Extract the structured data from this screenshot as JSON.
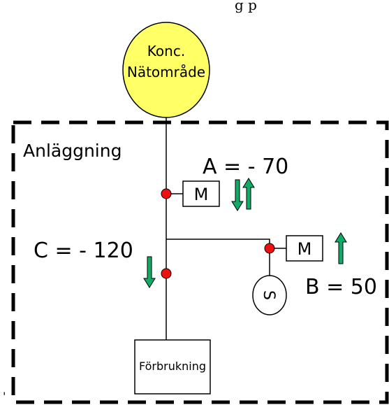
{
  "header_fragment": "g p",
  "grid_node": {
    "line1": "Konc.",
    "line2": "Nätområde",
    "fill": "#ffff66"
  },
  "facility": {
    "label": "Anläggning"
  },
  "measurements": {
    "a": {
      "label": "A = - 70",
      "meter": "M"
    },
    "b": {
      "label": "B = 50",
      "meter": "M"
    },
    "c": {
      "label": "C = - 120"
    }
  },
  "generator": {
    "symbol": "S"
  },
  "consumer": {
    "label": "Förbrukning"
  },
  "footer_mark": "'",
  "colors": {
    "measure_point": "#ee1111",
    "arrow": "#11aa66",
    "line": "#000000"
  }
}
